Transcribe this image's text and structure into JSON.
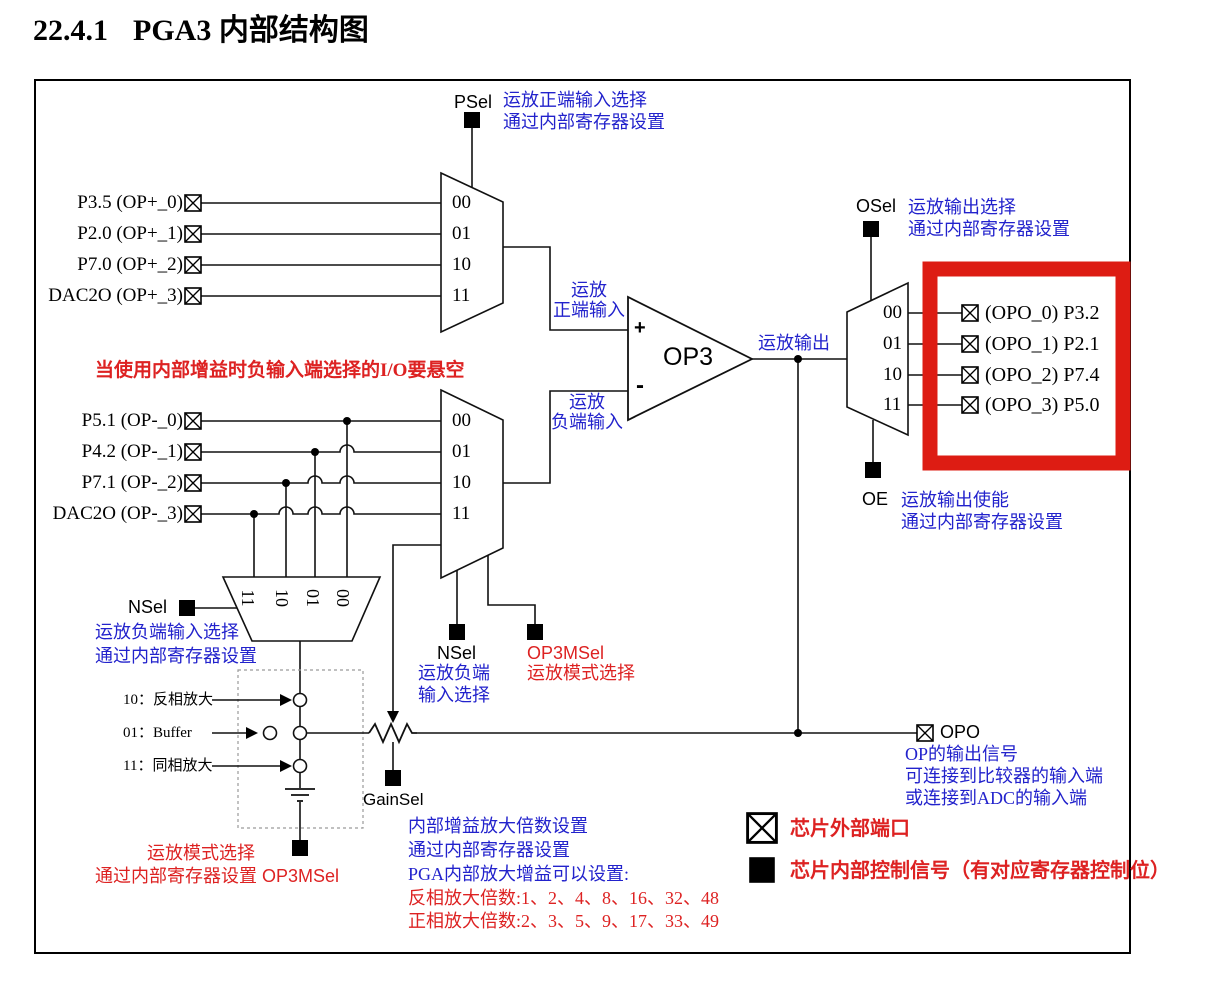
{
  "page": {
    "section_number": "22.4.1",
    "title": "PGA3 内部结构图"
  },
  "opamp": {
    "name": "OP3",
    "plus": "+",
    "minus": "-"
  },
  "mux_codes": [
    "00",
    "01",
    "10",
    "11"
  ],
  "mux_codes_rotated": [
    "11",
    "10",
    "01",
    "00"
  ],
  "positive_inputs": [
    "P3.5 (OP+_0)",
    "P2.0 (OP+_1)",
    "P7.0 (OP+_2)",
    "DAC2O (OP+_3)"
  ],
  "negative_inputs": [
    "P5.1 (OP-_0)",
    "P4.2 (OP-_1)",
    "P7.1 (OP-_2)",
    "DAC2O (OP-_3)"
  ],
  "outputs": [
    "(OPO_0) P3.2",
    "(OPO_1) P2.1",
    "(OPO_2) P7.4",
    "(OPO_3) P5.0"
  ],
  "psel": {
    "label": "PSel",
    "desc": [
      "运放正端输入选择",
      "通过内部寄存器设置"
    ]
  },
  "osel": {
    "label": "OSel",
    "desc": [
      "运放输出选择",
      "通过内部寄存器设置"
    ]
  },
  "oe": {
    "label": "OE",
    "desc": [
      "运放输出使能",
      "通过内部寄存器设置"
    ]
  },
  "nsel_left": {
    "label": "NSel",
    "desc": [
      "运放负端输入选择",
      "通过内部寄存器设置"
    ]
  },
  "nsel_mid": {
    "label": "NSel",
    "desc": [
      "运放负端",
      "输入选择"
    ]
  },
  "op3msel_mid": {
    "label": "OP3MSel",
    "desc": "运放模式选择"
  },
  "op3msel_bottom": {
    "desc1": "运放模式选择",
    "desc2": "通过内部寄存器设置",
    "label": "OP3MSel"
  },
  "gainsel": {
    "label": "GainSel",
    "desc_blue": [
      "内部增益放大倍数设置",
      "通过内部寄存器设置",
      "PGA内部放大增益可以设置:"
    ],
    "desc_red": [
      "反相放大倍数:1、2、4、8、16、32、48",
      "正相放大倍数:2、3、5、9、17、33、49"
    ]
  },
  "wire_labels": {
    "pos1": "运放",
    "pos2": "正端输入",
    "neg1": "运放",
    "neg2": "负端输入",
    "out": "运放输出"
  },
  "warning": "当使用内部增益时负输入端选择的I/O要悬空",
  "modes": [
    "10：反相放大",
    "01：Buffer",
    "11：同相放大"
  ],
  "opo": {
    "label": "OPO",
    "desc": [
      "OP的输出信号",
      "可连接到比较器的输入端",
      "或连接到ADC的输入端"
    ]
  },
  "legend": {
    "external": "芯片外部端口",
    "internal": "芯片内部控制信号（有对应寄存器控制位）"
  },
  "colors": {
    "blue": "#2222cc",
    "red": "#dd2222",
    "highlight_box": "#dd1c13"
  }
}
